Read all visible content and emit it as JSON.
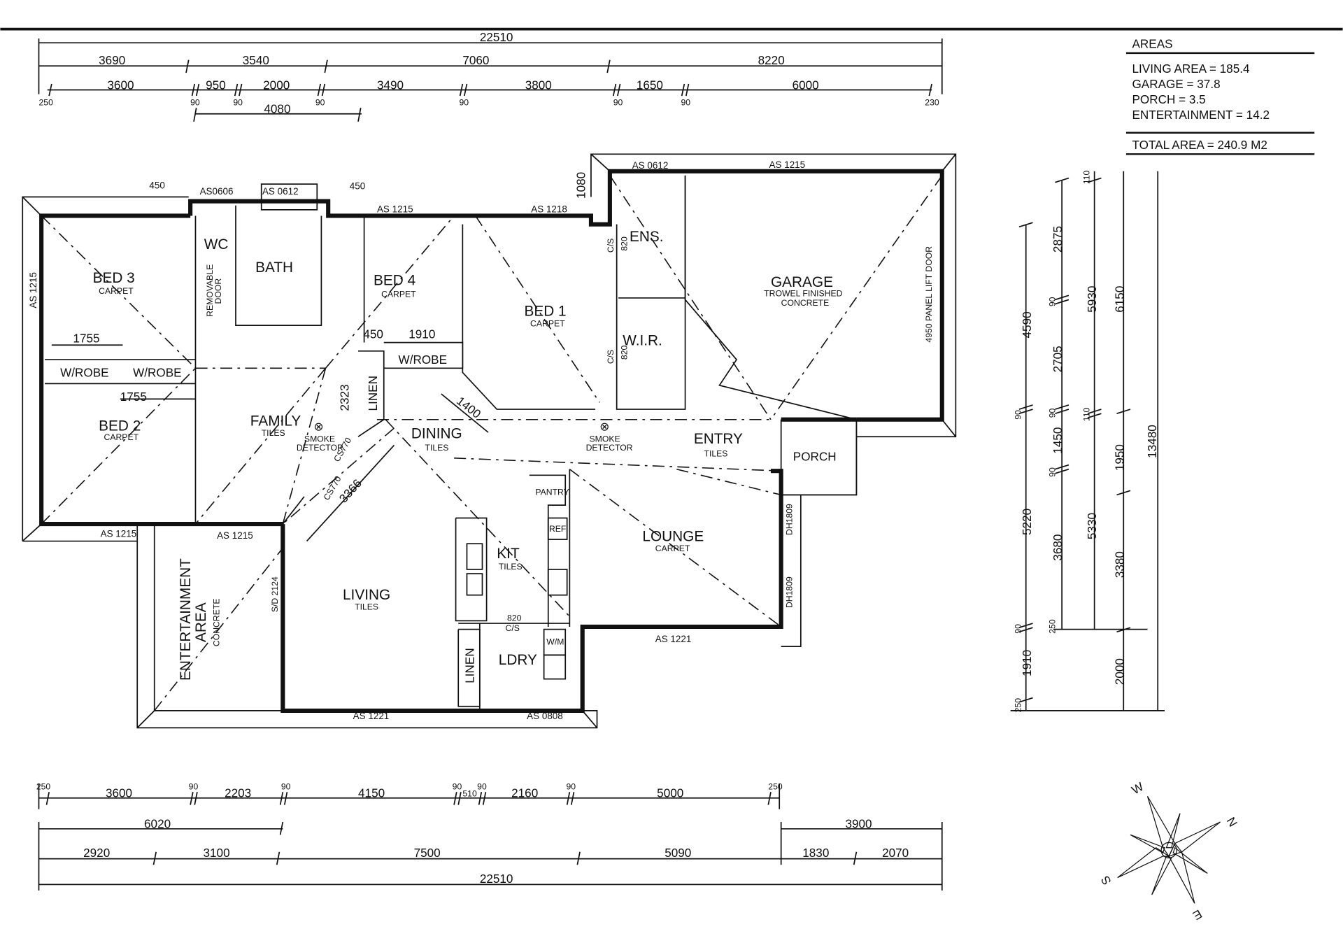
{
  "areas": {
    "title": "AREAS",
    "lines": [
      "LIVING AREA = 185.4",
      "GARAGE = 37.8",
      "PORCH = 3.5",
      "ENTERTAINMENT = 14.2"
    ],
    "total": "TOTAL AREA = 240.9 M2"
  },
  "dims_top": {
    "overall": "22510",
    "row1": [
      "3690",
      "3540",
      "7060",
      "8220"
    ],
    "row2": [
      "3600",
      "950",
      "2000",
      "3490",
      "3800",
      "1650",
      "6000"
    ],
    "row2_small": [
      "250",
      "90",
      "90",
      "90",
      "90",
      "90",
      "90",
      "230"
    ],
    "row3": "4080"
  },
  "dims_bottom": {
    "row1": [
      "250",
      "3600",
      "90",
      "2203",
      "90",
      "4150",
      "90",
      "510",
      "90",
      "2160",
      "90",
      "5000",
      "250"
    ],
    "row2": [
      "6020",
      "3900"
    ],
    "row3": [
      "2920",
      "3100",
      "7500",
      "5090",
      "1830",
      "2070"
    ],
    "overall": "22510"
  },
  "dims_right": {
    "col1": [
      "4590",
      "90",
      "5220",
      "90",
      "1910",
      "250"
    ],
    "col2": [
      "2875",
      "90",
      "2705",
      "90",
      "1450",
      "90",
      "3680",
      "250"
    ],
    "col3": [
      "110",
      "5930",
      "110",
      "5330"
    ],
    "col4": [
      "6150",
      "1950",
      "3380",
      "2000"
    ],
    "col5": "13480"
  },
  "rooms": {
    "bed3": {
      "name": "BED 3",
      "finish": "CARPET"
    },
    "bed2": {
      "name": "BED 2",
      "finish": "CARPET"
    },
    "bed4": {
      "name": "BED 4",
      "finish": "CARPET"
    },
    "bed1": {
      "name": "BED 1",
      "finish": "CARPET"
    },
    "wc": "WC",
    "removable_door": [
      "REMOVABLE",
      "DOOR"
    ],
    "bath": "BATH",
    "wrobe": "W/ROBE",
    "linen": "LINEN",
    "family": {
      "name": "FAMILY",
      "finish": "TILES"
    },
    "dining": {
      "name": "DINING",
      "finish": "TILES"
    },
    "smoke": [
      "SMOKE",
      "DETECTOR"
    ],
    "ens": "ENS.",
    "wir": "W.I.R.",
    "cs": "C/S",
    "cs820": "820",
    "cs770": "CS770",
    "garage": {
      "name": "GARAGE",
      "finish1": "TROWEL FINISHED",
      "finish2": "CONCRETE",
      "door": "4950 PANEL LIFT DOOR"
    },
    "entry": {
      "name": "ENTRY",
      "finish": "TILES"
    },
    "porch": "PORCH",
    "pantry": "PANTRY",
    "ref": "REF",
    "kit": {
      "name": "KIT",
      "finish": "TILES"
    },
    "lounge": {
      "name": "LOUNGE",
      "finish": "CARPET"
    },
    "dh": "DH1809",
    "living": {
      "name": "LIVING",
      "finish": "TILES"
    },
    "sd": "S/D 2124",
    "ent": {
      "name1": "ENTERTAINMENT",
      "name2": "AREA",
      "finish": "CONCRETE"
    },
    "ldry": "LDRY",
    "wm": "W/M",
    "dims": {
      "d1755": "1755",
      "d450": "450",
      "d1910": "1910",
      "d2323": "2323",
      "d1400": "1400",
      "d3366": "3366",
      "d1080": "1080"
    }
  },
  "windows": {
    "as1215": "AS 1215",
    "as0606": "AS0606",
    "as0612": "AS 0612",
    "as1218": "AS 1218",
    "as1221": "AS 1221",
    "as0808": "AS 0808",
    "w450": "450"
  },
  "compass": {
    "n": "N",
    "e": "E",
    "s": "S",
    "w": "W"
  }
}
